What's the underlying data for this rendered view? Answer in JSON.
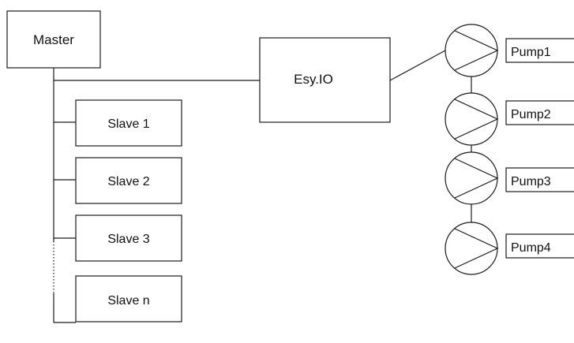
{
  "master": {
    "label": "Master"
  },
  "controller": {
    "label": "Esy.IO"
  },
  "slaves": [
    {
      "label": "Slave 1"
    },
    {
      "label": "Slave 2"
    },
    {
      "label": "Slave 3"
    },
    {
      "label": "Slave n"
    }
  ],
  "pumps": [
    {
      "label": "Pump1"
    },
    {
      "label": "Pump2"
    },
    {
      "label": "Pump3"
    },
    {
      "label": "Pump4"
    }
  ]
}
